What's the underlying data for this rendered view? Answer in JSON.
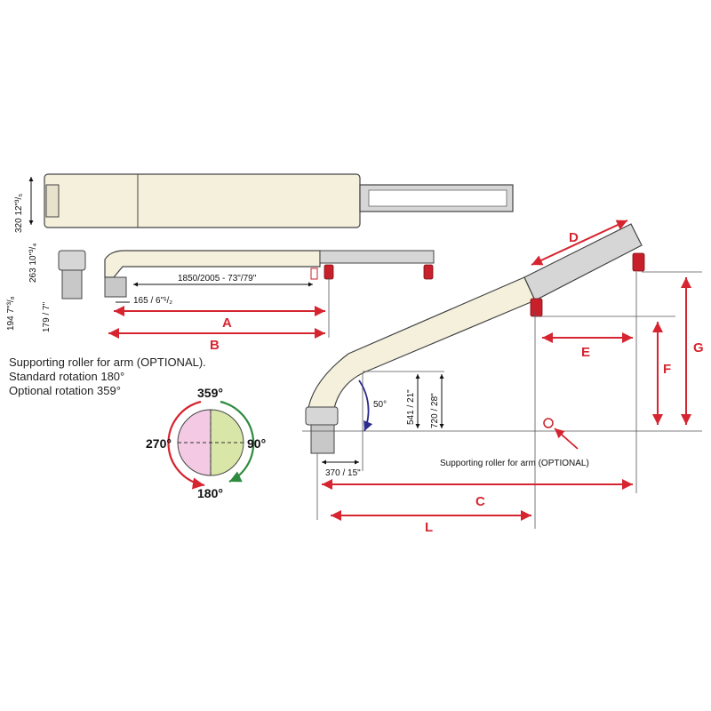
{
  "colors": {
    "boom_fill": "#f4f0dc",
    "steel_fill": "#d6d6d6",
    "outline": "#444444",
    "dimension_red": "#d62530",
    "rotation_green": "#2e8b3e",
    "half_pink": "#f3c9e3",
    "half_green": "#d8e6a8",
    "angle_blue": "#2c2c8c",
    "roller_red": "#c8202a"
  },
  "top_view": {
    "width_dim": "320 12\"³/₅"
  },
  "side_view": {
    "height_dim": "263 10\"³/₄",
    "base_dim_1": "194 7\"³/₈",
    "base_dim_2": "179 / 7\"",
    "length_dim": "1850/2005 - 73\"/79\"",
    "offset_dim": "165 / 6\"¹/₂",
    "label_a": "A",
    "label_b": "B"
  },
  "notes": {
    "line1": "Supporting roller for arm (OPTIONAL).",
    "line2": "Standard rotation 180°",
    "line3": "Optional rotation 359°"
  },
  "rotation": {
    "top": "359°",
    "right": "90°",
    "bottom": "180°",
    "left": "270°"
  },
  "elevation": {
    "angle": "50°",
    "height_1": "541 / 21\"",
    "height_2": "720 / 28\"",
    "base_offset": "370 / 15\"",
    "roller_note": "Supporting roller for arm (OPTIONAL)",
    "label_c": "C",
    "label_d": "D",
    "label_e": "E",
    "label_f": "F",
    "label_g": "G",
    "label_l": "L"
  }
}
